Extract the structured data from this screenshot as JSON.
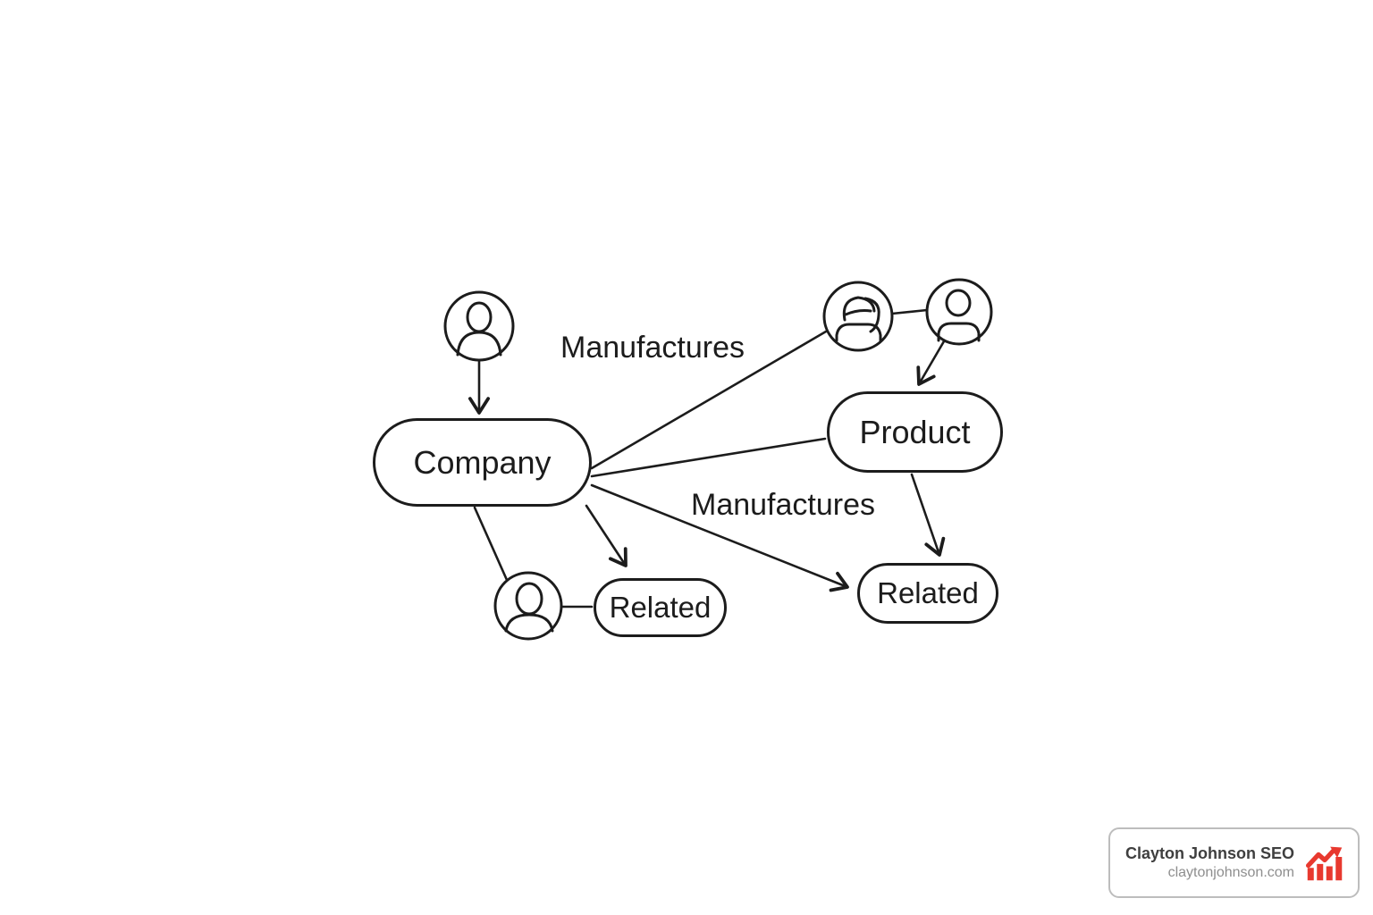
{
  "colors": {
    "background": "#ffffff",
    "stroke": "#1c1c1c",
    "badge_border": "#bdbdbd",
    "badge_title_color": "#3f3f3f",
    "badge_url_color": "#8e8e8e",
    "accent_red": "#e8392f"
  },
  "diagram": {
    "nodes": {
      "company": "Company",
      "product": "Product",
      "related_left": "Related",
      "related_right": "Related"
    },
    "edge_labels": {
      "manufactures_top": "Manufactures",
      "manufactures_bottom": "Manufactures"
    },
    "icons": {
      "company_person": "person-icon",
      "product_person_headset": "person-headset-icon",
      "product_person": "person-icon",
      "related_person": "person-icon",
      "badge_icon": "trending-up-bars-icon"
    }
  },
  "badge": {
    "title": "Clayton Johnson SEO",
    "url": "claytonjohnson.com"
  }
}
